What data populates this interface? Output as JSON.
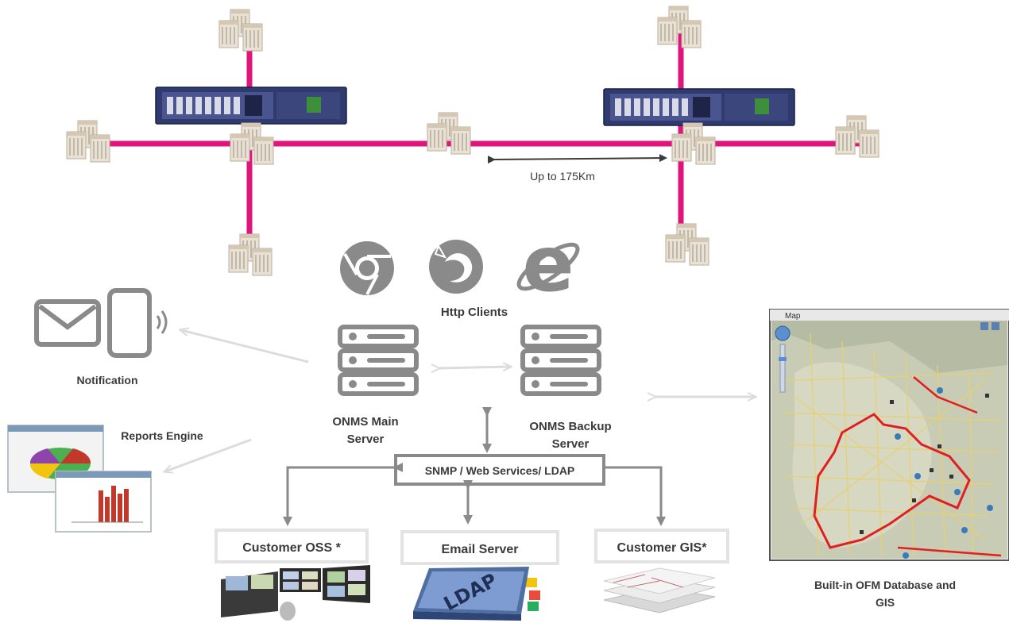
{
  "network": {
    "distance_label": "Up to 175Km",
    "link_color": "#e0147b"
  },
  "clients": {
    "label": "Http Clients",
    "icons": [
      "chrome-icon",
      "firefox-icon",
      "internet-explorer-icon"
    ]
  },
  "servers": {
    "main_label_line1": "ONMS Main",
    "main_label_line2": "Server",
    "backup_label_line1": "ONMS Backup",
    "backup_label_line2": "Server"
  },
  "protocols": {
    "label": "SNMP / Web Services/ LDAP"
  },
  "notification": {
    "label": "Notification"
  },
  "reports": {
    "label": "Reports Engine"
  },
  "outputs": {
    "oss": "Customer OSS *",
    "email": "Email Server",
    "gis": "Customer GIS*",
    "ldap": "LDAP"
  },
  "map": {
    "window_title": "Map",
    "caption_line1": "Built-in OFM Database and",
    "caption_line2": "GIS"
  },
  "colors": {
    "icon_gray": "#8a8a8a",
    "arrow_gray": "#8a8a8a",
    "light_arrow": "#dcdcdc",
    "route_red": "#e02020"
  }
}
